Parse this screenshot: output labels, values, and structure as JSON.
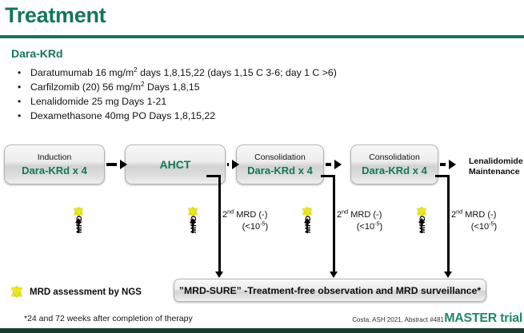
{
  "slide": {
    "title": "Treatment",
    "accent_color": "#13765A",
    "box_text_color": "#0E7A5B",
    "star_color": "#EDE80E"
  },
  "regimen": {
    "heading": "Dara-KRd",
    "bullet_glyph": "•",
    "items": [
      "Daratumumab 16 mg/m2 days 1,8,15,22 (days 1,15 C 3-6; day 1 C >6)",
      "Carfilzomib (20) 56 mg/m2 Days 1,8,15",
      "Lenalidomide 25 mg Days 1-21",
      "Dexamethasone 40mg PO Days 1,8,15,22"
    ]
  },
  "flow": {
    "boxes": [
      {
        "sub": "Induction",
        "main": "Dara-KRd x 4"
      },
      {
        "sub": "",
        "main": "AHCT"
      },
      {
        "sub": "Consolidation",
        "main": "Dara-KRd x 4"
      },
      {
        "sub": "Consolidation",
        "main": "Dara-KRd x 4"
      }
    ],
    "maintenance": {
      "line1": "Lenalidomide",
      "line2": "Maintenance"
    },
    "mrd_markers": [
      "MRD",
      "MRD",
      "MRD",
      "MRD"
    ],
    "mrd_negative": [
      {
        "line1": "2nd MRD (-)",
        "line2": "(<10-5)"
      },
      {
        "line1": "2nd MRD (-)",
        "line2": "(<10-5)"
      },
      {
        "line1": "2nd MRD (-)",
        "line2": "(<10-5)"
      }
    ],
    "mrd_sure": "”MRD-SURE” -Treatment-free observation and MRD surveillance*"
  },
  "legend": {
    "label": "MRD assessment by NGS"
  },
  "footer": {
    "footnote": "*24 and 72 weeks after completion of therapy",
    "citation": "Costa, ASH 2021, Abstract #481",
    "trial": "MASTER trial"
  }
}
